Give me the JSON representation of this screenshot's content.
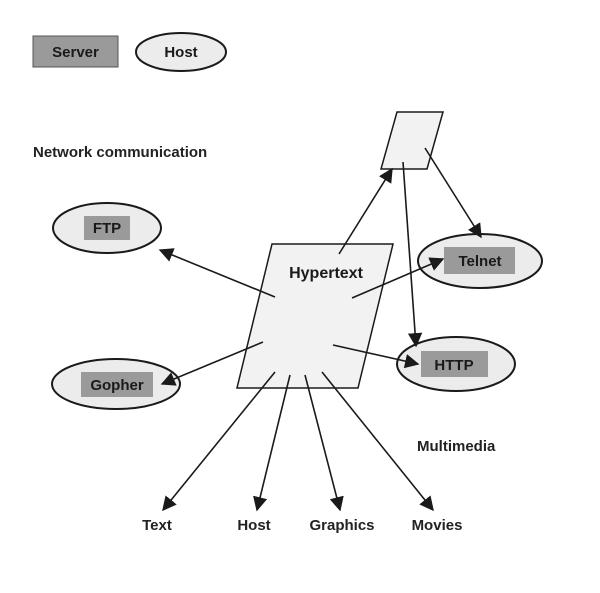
{
  "legend": {
    "server_label": "Server",
    "host_label": "Host"
  },
  "sections": {
    "network_communication": "Network communication",
    "multimedia": "Multimedia"
  },
  "center": {
    "label": "Hypertext"
  },
  "services": {
    "ftp": "FTP",
    "gopher": "Gopher",
    "telnet": "Telnet",
    "http": "HTTP"
  },
  "media": {
    "text": "Text",
    "host": "Host",
    "graphics": "Graphics",
    "movies": "Movies"
  },
  "colors": {
    "server_fill": "#9a9a9a",
    "host_fill": "#ececec",
    "hypertext_fill": "#f2f2f2",
    "stroke": "#1a1a1a"
  }
}
